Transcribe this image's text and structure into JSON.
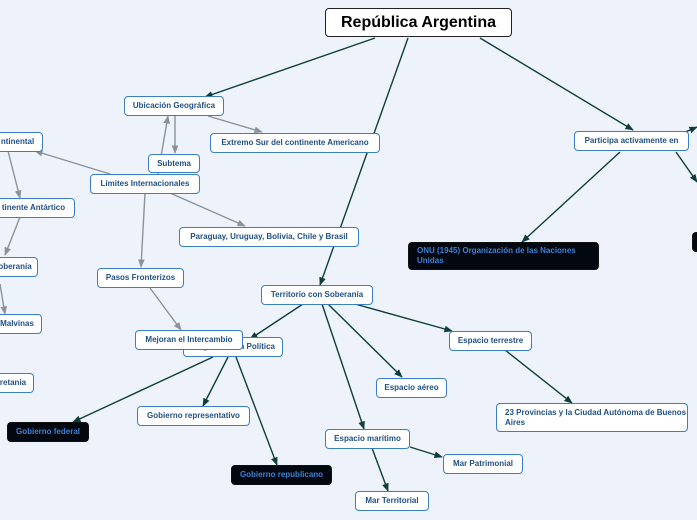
{
  "root": "República Argentina",
  "nodes": {
    "ubicacion": "Ubicación Geográfica",
    "extremo_sur": "Extremo Sur del continente Americano",
    "subtema": "Subtema",
    "limites": "Límites Internacionales",
    "continental": "ntinental",
    "antartico": "tinente Antártico",
    "soberania": "oberanía",
    "malvinas": "Malvinas",
    "bretania": "retania",
    "paises": "Paraguay, Uruguay, Bolivia, Chile y Brasil",
    "pasos": "Pasos Fronterizos",
    "mejoran": "Mejoran el Intercambio",
    "organizacion": "Organización Política",
    "gob_federal": "Gobierno federal",
    "gob_representativo": "Gobierno representativo",
    "gob_republicano": "Gobierno republicano",
    "territorio": "Territorio con Soberanía",
    "espacio_aereo": "Espacio aéreo",
    "espacio_terrestre": "Espacio terrestre",
    "provincias": "23 Provincias y la Ciudad  Autónoma de Buenos Aires",
    "espacio_maritimo": "Espacio marítimo",
    "mar_patrimonial": "Mar Patrimonial",
    "mar_territorial": "Mar Territorial",
    "participa": "Participa activamente en",
    "onu": "ONU (1945) Organización de las Naciones Unidas"
  },
  "colors": {
    "background": "#eef3fb",
    "arrow_dark": "#0e3d3d",
    "arrow_gray": "#8a929c",
    "node_border": "#3a7fc1",
    "node_text": "#1f4f86",
    "dark_node_bg": "#03070f",
    "dark_node_text": "#3e82d4"
  }
}
